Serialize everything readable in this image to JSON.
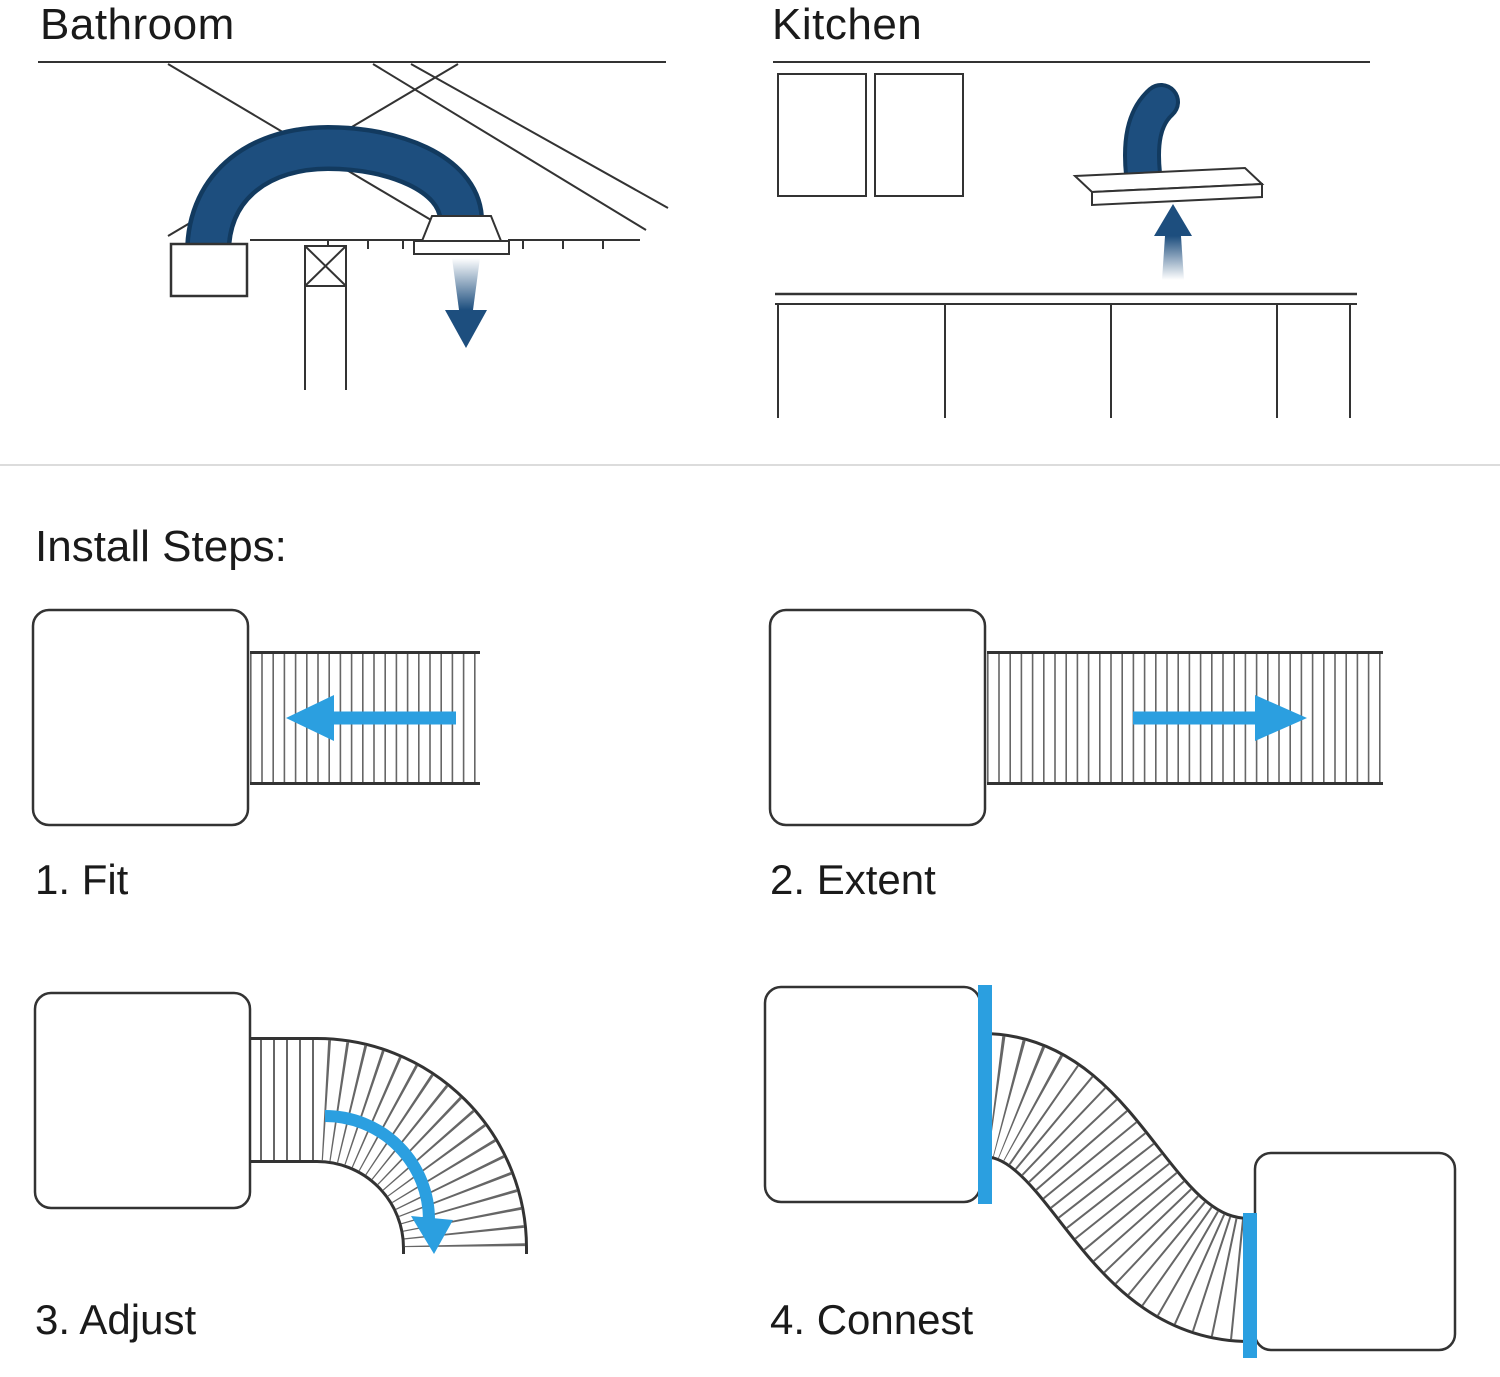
{
  "sections": {
    "bathroom": {
      "title": "Bathroom"
    },
    "kitchen": {
      "title": "Kitchen"
    }
  },
  "install": {
    "heading": "Install Steps:",
    "steps": [
      {
        "label": "1. Fit"
      },
      {
        "label": "2. Extent"
      },
      {
        "label": "3. Adjust"
      },
      {
        "label": "4. Connest"
      }
    ]
  },
  "colors": {
    "duct_navy": "#1d4e7e",
    "duct_outline": "#123a5f",
    "arrow_blue": "#2b9fe0",
    "line_dark": "#333333",
    "rib_gray": "#666666",
    "divider_gray": "#dcdcdc"
  }
}
